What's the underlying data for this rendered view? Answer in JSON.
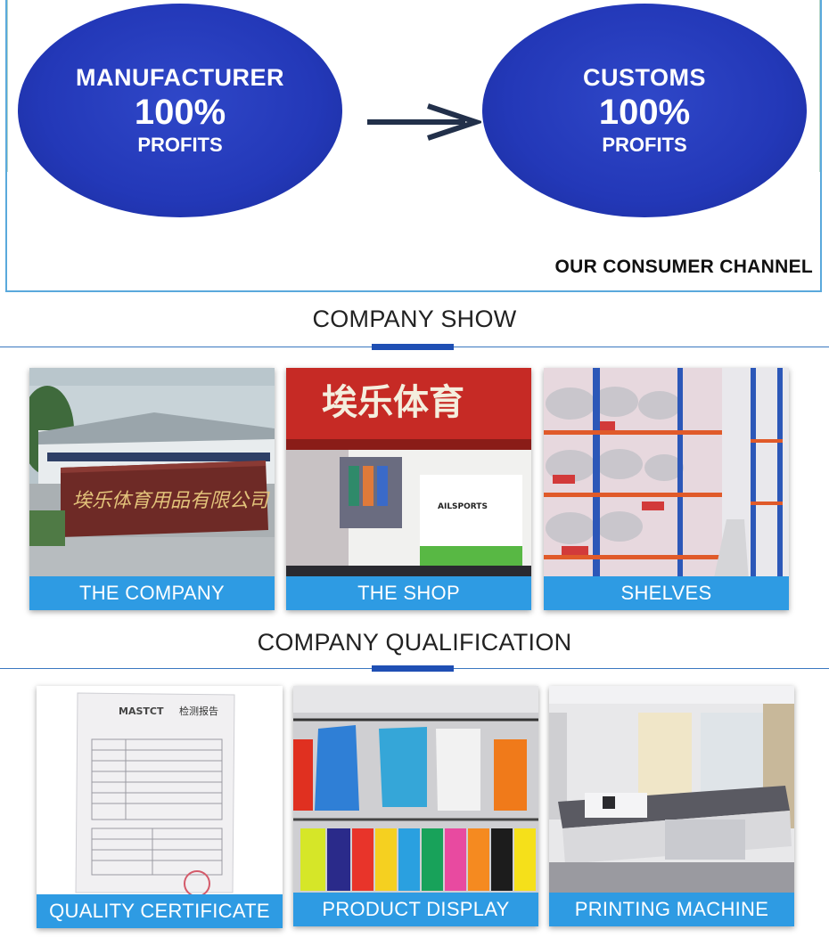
{
  "channel": {
    "left": {
      "line1": "MANUFACTURER",
      "line2": "100%",
      "line3": "PROFITS"
    },
    "right": {
      "line1": "CUSTOMS",
      "line2": "100%",
      "line3": "PROFITS"
    },
    "label": "OUR CONSUMER CHANNEL"
  },
  "company_show": {
    "title": "COMPANY SHOW",
    "cards": [
      {
        "caption": "THE COMPANY",
        "sign": "埃乐体育用品有限公司"
      },
      {
        "caption": "THE SHOP",
        "sign": "埃乐体育",
        "logo": "AILSPORTS"
      },
      {
        "caption": "SHELVES"
      }
    ]
  },
  "qualification": {
    "title": "COMPANY QUALIFICATION",
    "cards": [
      {
        "caption": "QUALITY CERTIFICATE",
        "doc_brand": "MASTCT",
        "doc_title": "检测报告"
      },
      {
        "caption": "PRODUCT DISPLAY"
      },
      {
        "caption": "PRINTING MACHINE"
      }
    ]
  }
}
